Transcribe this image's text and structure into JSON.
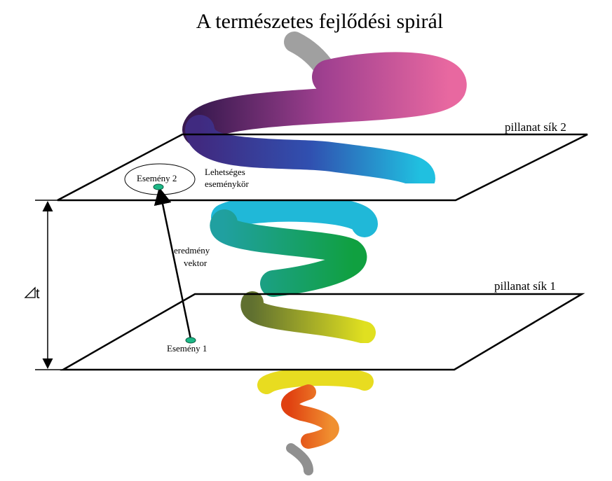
{
  "title": "A természetes fejlődési spirál",
  "plane_top_label": "pillanat sík 2",
  "plane_bottom_label": "pillanat sík 1",
  "event2_label": "Esemény 2",
  "event1_label": "Esemény 1",
  "possible_circle_label_line1": "Lehetséges",
  "possible_circle_label_line2": "eseménykör",
  "vector_label_line1": "eredmény",
  "vector_label_line2": "vektor",
  "delta_t_label": "t",
  "colors": {
    "event_dot": "#1db887",
    "pink": "#e0609a",
    "purple": "#4a2a6a",
    "blue": "#3050b0",
    "cyan": "#20b8d8",
    "green": "#10a040",
    "yellow": "#e8e020",
    "orange": "#e86a20"
  }
}
